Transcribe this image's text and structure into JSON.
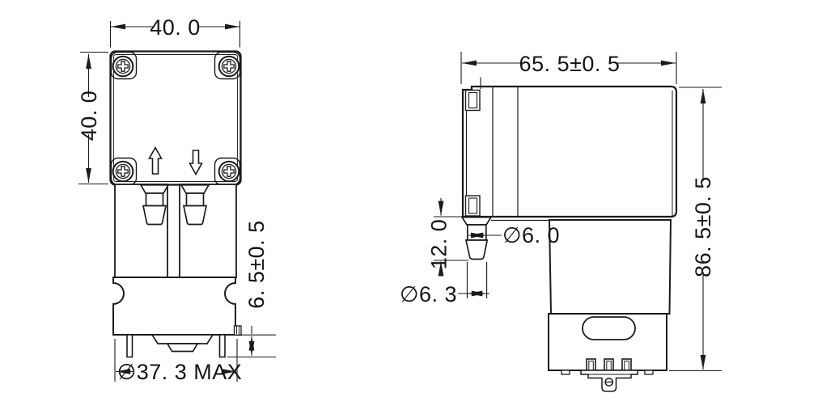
{
  "colors": {
    "background": "#ffffff",
    "line": "#1b1b1b"
  },
  "front_view": {
    "dims": {
      "body_width": "40. 0",
      "body_height": "40. 0",
      "pin_length": "6. 5±0. 5",
      "motor_max_diameter": "∅37. 3 MAX"
    },
    "icons": {
      "inlet": "arrow-up-outline",
      "outlet": "arrow-down-outline",
      "screws": "phillips-screw-x4"
    }
  },
  "side_view": {
    "dims": {
      "overall_width": "65. 5±0. 5",
      "overall_height": "86. 5±0. 5",
      "port_length": "12. 0",
      "port_tube_diameter": "∅6. 0",
      "port_barb_diameter": "∅6. 3"
    }
  }
}
